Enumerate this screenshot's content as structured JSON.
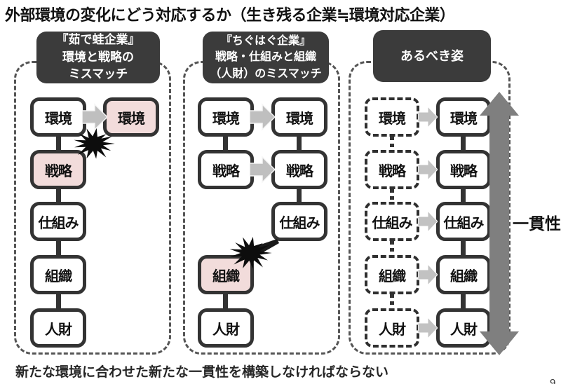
{
  "title": "外部環境の変化にどう対応するか（生き残る企業≒環境対応企業）",
  "footer": "新たな環境に合わせた新たな一貫性を構築しなければならない",
  "page_number": "9",
  "consistency_label": "一貫性",
  "labels": {
    "environment": "環境",
    "strategy": "戦略",
    "system": "仕組み",
    "organization": "組織",
    "people": "人財"
  },
  "col1": {
    "header": [
      "『茹で蛙企業』",
      "環境と戦略の",
      "ミスマッチ"
    ]
  },
  "col2": {
    "header": [
      "『ちぐはぐ企業』",
      "戦略・仕組みと組織",
      "（人財）のミスマッチ"
    ]
  },
  "col3": {
    "header": [
      "あるべき姿"
    ]
  },
  "colors": {
    "box_border": "#333333",
    "header_bg": "#3b3b3b",
    "highlight_pink": "#f2dcdb",
    "flow_arrow_gray": "#bfbfbf",
    "big_arrow_gray": "#7f7f7f",
    "explosion_black": "#0d0d0d"
  }
}
